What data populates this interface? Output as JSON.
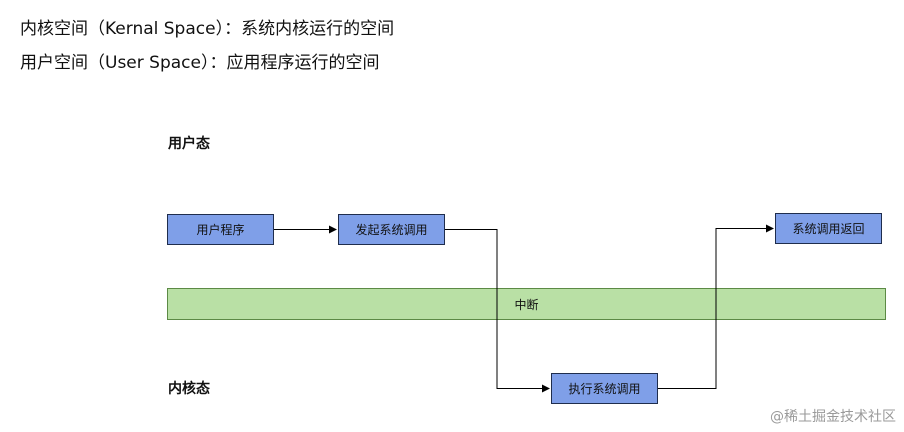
{
  "definitions": [
    "内核空间（Kernal Space）：系统内核运行的空间",
    "用户空间（User Space）：应用程序运行的空间"
  ],
  "diagram": {
    "user_mode_label": "用户态",
    "kernel_mode_label": "内核态",
    "interrupt_label": "中断",
    "nodes": {
      "user_program": "用户程序",
      "issue_syscall": "发起系统调用",
      "exec_syscall": "执行系统调用",
      "syscall_return": "系统调用返回"
    },
    "colors": {
      "node_fill": "#7f9fe8",
      "interrupt_fill": "#b9e0a5",
      "arrow": "#000000"
    }
  },
  "watermark": "@稀土掘金技术社区"
}
